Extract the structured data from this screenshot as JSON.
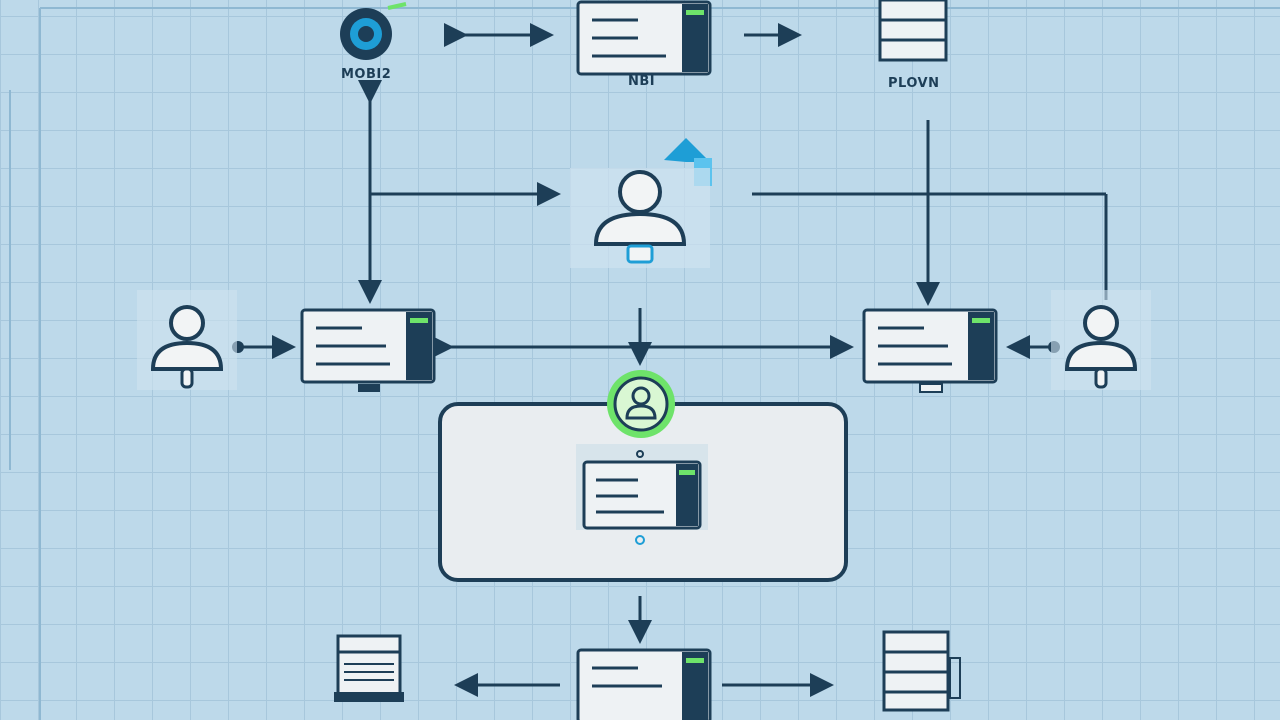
{
  "colors": {
    "background": "#bdd9ea",
    "grid": "#a7c7dc",
    "stroke": "#1d3e57",
    "accent_green": "#6ee36a",
    "accent_blue": "#1e9ed6",
    "panel": "#e9edf0"
  },
  "labels": {
    "top_left": "MOBI2",
    "top_center": "NBI",
    "top_right": "PLOVN"
  },
  "nodes": [
    {
      "id": "globe",
      "icon": "globe-icon"
    },
    {
      "id": "monitor-top",
      "icon": "monitor-icon"
    },
    {
      "id": "server-top-right",
      "icon": "server-icon"
    },
    {
      "id": "user-center",
      "icon": "user-icon"
    },
    {
      "id": "flag",
      "icon": "flag-icon"
    },
    {
      "id": "user-left",
      "icon": "user-icon"
    },
    {
      "id": "monitor-left",
      "icon": "monitor-icon"
    },
    {
      "id": "monitor-right",
      "icon": "monitor-icon"
    },
    {
      "id": "user-right",
      "icon": "user-icon"
    },
    {
      "id": "user-badge",
      "icon": "user-badge-icon"
    },
    {
      "id": "monitor-center",
      "icon": "monitor-icon"
    },
    {
      "id": "printer",
      "icon": "printer-icon"
    },
    {
      "id": "monitor-bottom",
      "icon": "monitor-icon"
    },
    {
      "id": "server-bottom-right",
      "icon": "server-icon"
    }
  ]
}
